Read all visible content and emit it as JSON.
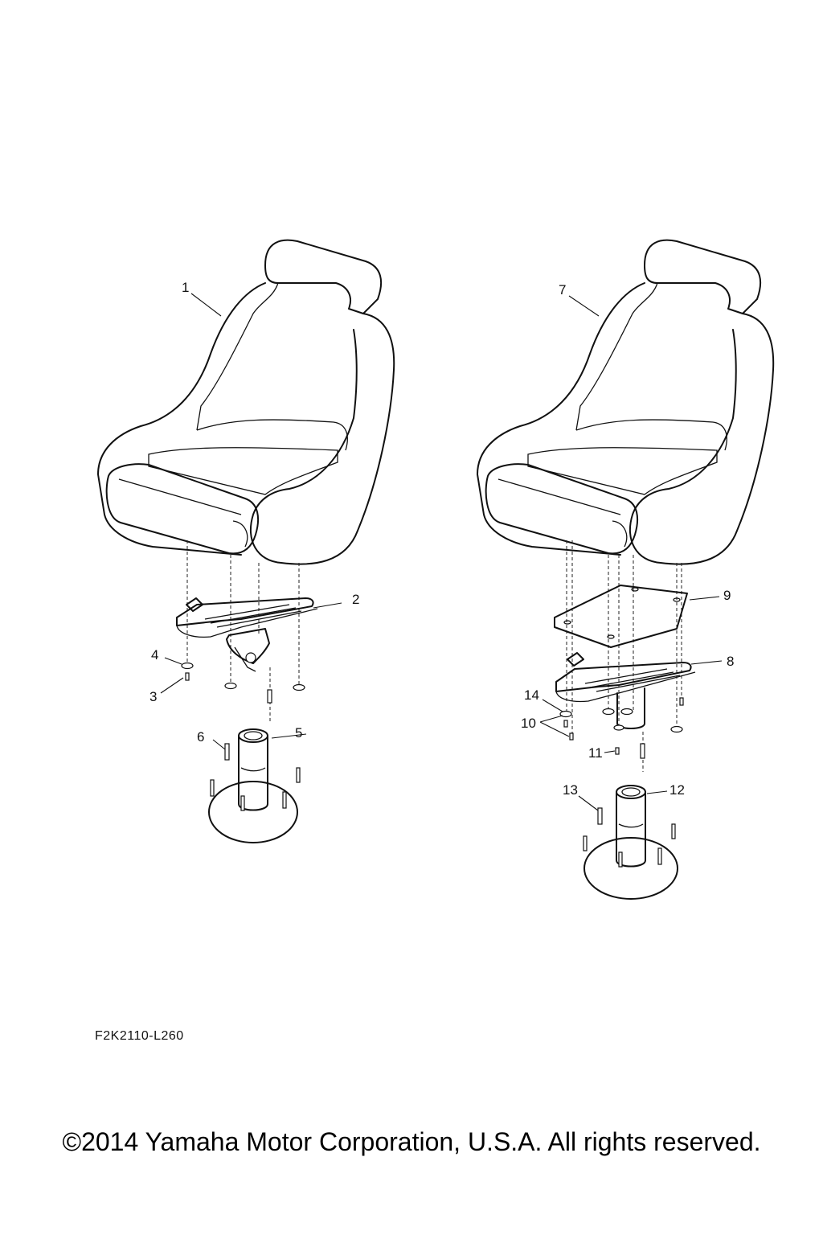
{
  "drawing_code": "F2K2110-L260",
  "copyright": "©2014 Yamaha Motor Corporation, U.S.A. All rights reserved.",
  "callouts": [
    "1",
    "2",
    "3",
    "4",
    "5",
    "6",
    "7",
    "8",
    "9",
    "10",
    "11",
    "12",
    "13",
    "14"
  ]
}
